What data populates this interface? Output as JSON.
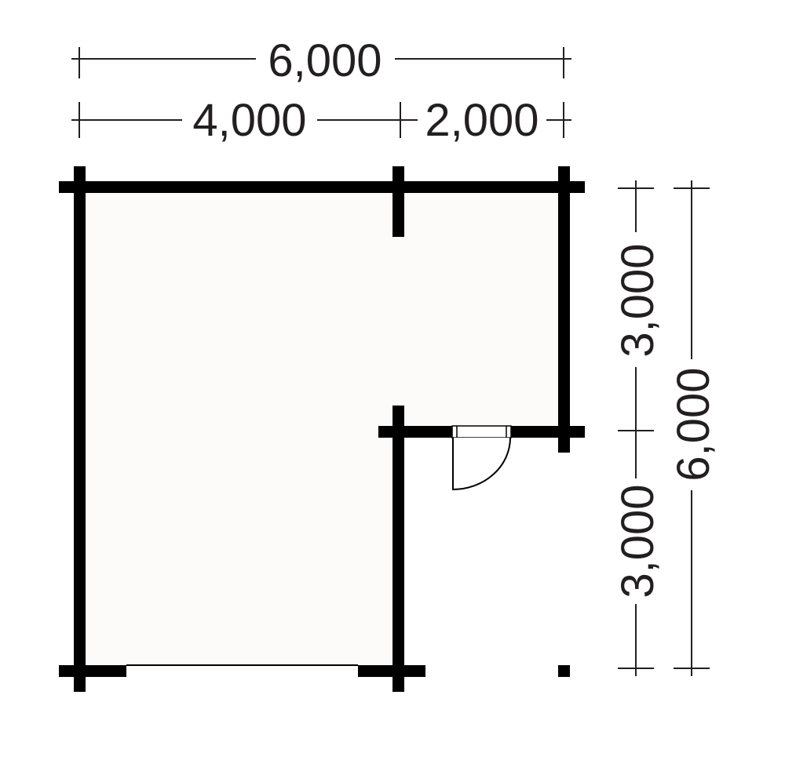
{
  "floor_plan": {
    "colors": {
      "walls": "#000000",
      "floor": "#fcfbfa",
      "dimension_lines": "#231f20",
      "background": "#ffffff"
    },
    "dimensions": {
      "top_overall": "6,000",
      "top_left_segment": "4,000",
      "top_right_segment": "2,000",
      "right_upper_segment": "3,000",
      "right_lower_segment": "3,000",
      "right_overall": "6,000"
    }
  }
}
